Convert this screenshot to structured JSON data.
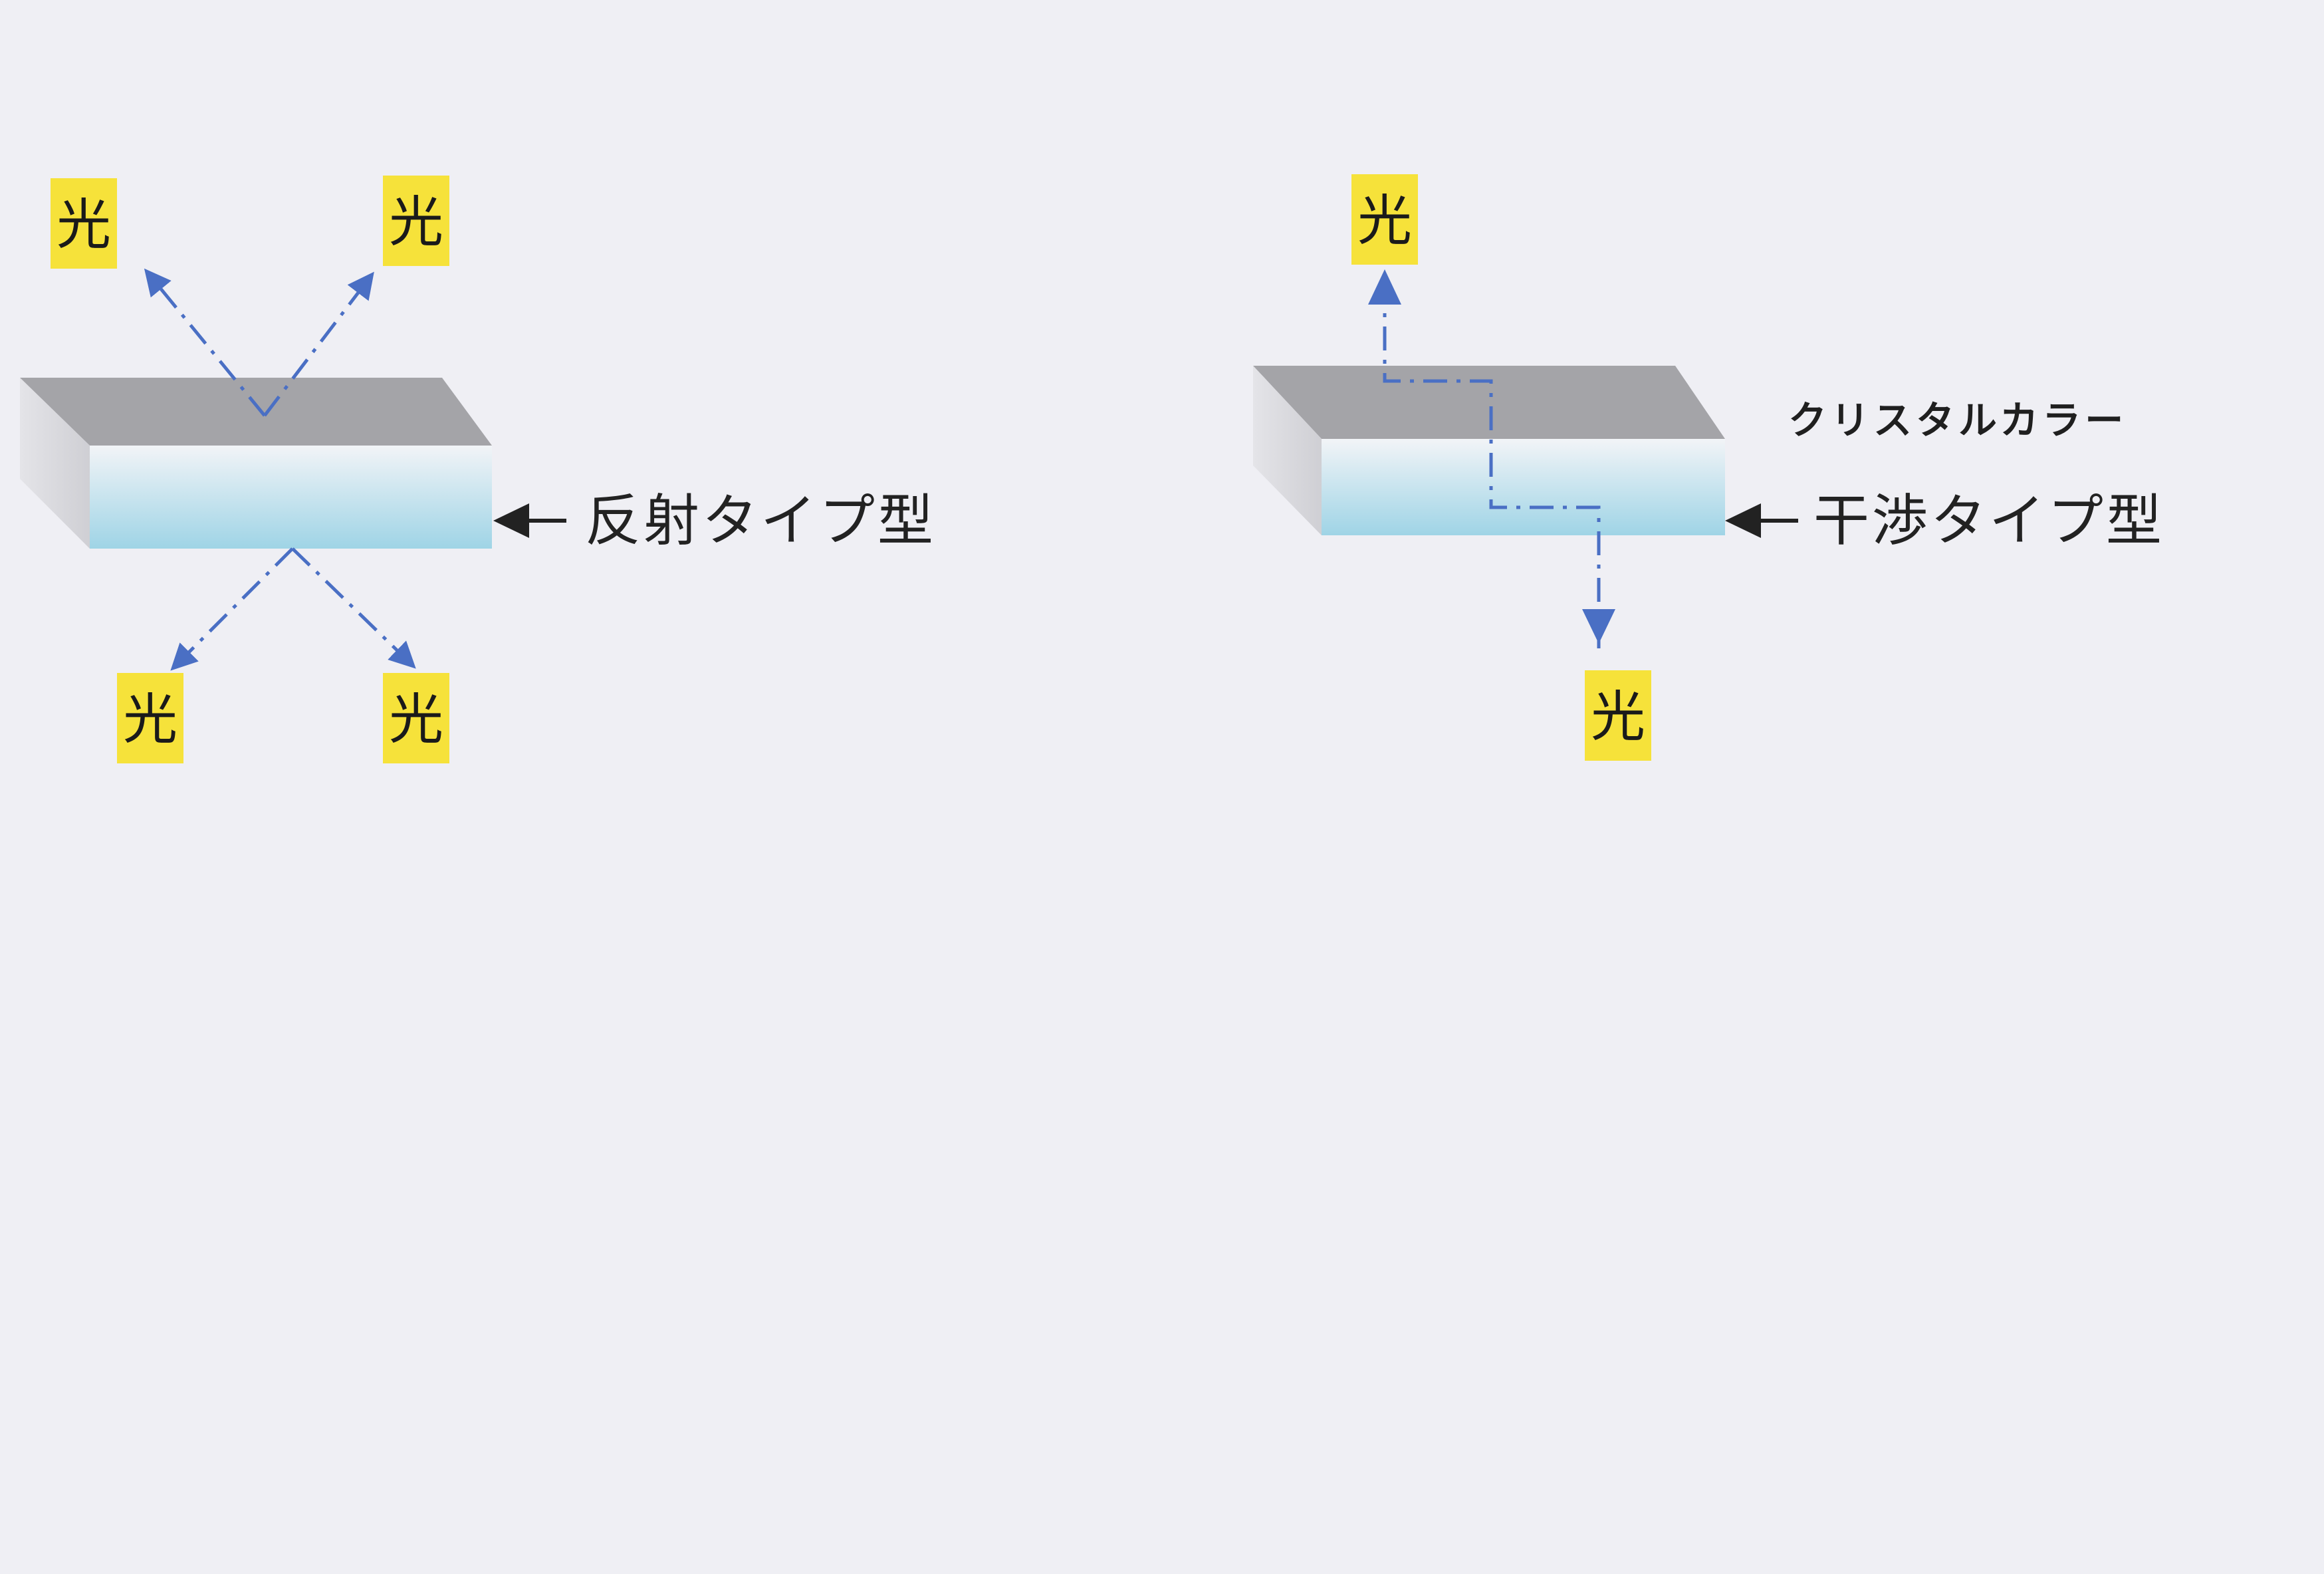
{
  "light_label": "光",
  "reflection": {
    "label": "反射タイプ型"
  },
  "interference": {
    "brand": "クリスタルカラー",
    "label": "干渉タイプ型"
  },
  "colors": {
    "background": "#efeff4",
    "light_box": "#f6e23a",
    "ray": "#4a6fc4",
    "block_top": "#a4a4a8",
    "block_side": "#d7d7dc",
    "block_front_top": "#f2f4f7",
    "block_front_bottom": "#9fd4e6",
    "pointer_arrow": "#222222"
  }
}
